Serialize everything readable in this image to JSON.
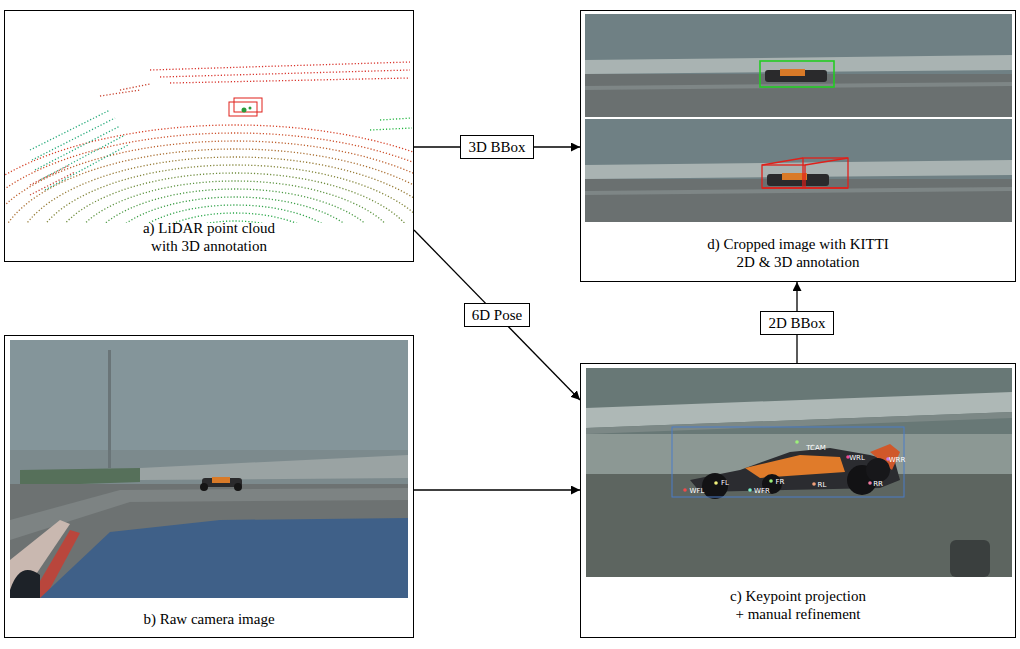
{
  "diagram": {
    "nodes": [
      {
        "text": [
          "a) LiDAR point cloud with 3D annotation"
        ]
      },
      {
        "text": [
          "b) Raw camera image"
        ]
      },
      {
        "text": [
          "c) Keypoint projection + manual refinement"
        ]
      },
      {
        "text": [
          "d) Cropped image with KITTI 2D & 3D annotation"
        ]
      }
    ],
    "edges": [
      {
        "from": 0,
        "to": 3,
        "label": "3D BBox",
        "arrow": "to"
      },
      {
        "from": 0,
        "to": 2,
        "label": "6D Pose",
        "arrow": "to"
      },
      {
        "from": 1,
        "to": 2,
        "arrow": "to"
      },
      {
        "from": 2,
        "to": 3,
        "label": "2D BBox",
        "arrow": "to"
      }
    ],
    "labels": [
      "TCAM",
      "WFL",
      "FL",
      "WFR",
      "FR",
      "RL",
      "RR",
      "WRL",
      "WRR"
    ]
  }
}
